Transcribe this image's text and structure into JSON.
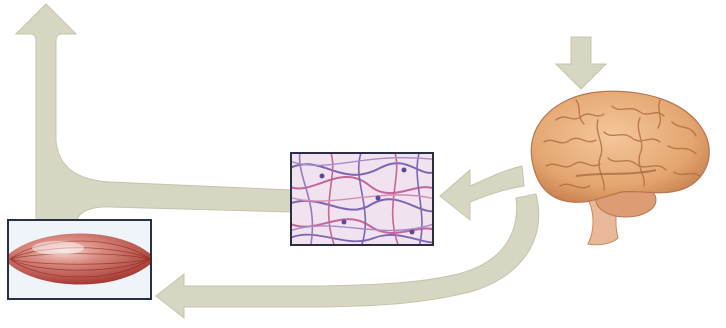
{
  "diagram": {
    "nodes": [
      {
        "id": "brain",
        "depicts": "brain"
      },
      {
        "id": "tissue",
        "depicts": "nerve-fibre-tissue"
      },
      {
        "id": "muscle",
        "depicts": "skeletal-muscle"
      }
    ],
    "flows": [
      {
        "from": "external",
        "to": "brain"
      },
      {
        "from": "brain",
        "to": "tissue"
      },
      {
        "from": "tissue",
        "to": "external"
      },
      {
        "from": "brain",
        "to": "muscle"
      },
      {
        "from": "muscle",
        "to": "external"
      }
    ]
  },
  "colors": {
    "background": "#ffffff",
    "arrow_fill": "#d6d6c2",
    "arrow_edge": "#c4c4ae",
    "frame": "#2a2f45",
    "brain_base": "#e8b07e",
    "brain_shadow": "#c8824f",
    "brainstem": "#e9b898",
    "tissue_background": "#f1e2ef",
    "tissue_fibre_purple": "#7b66b4",
    "tissue_fibre_pink": "#c2679c",
    "muscle_background": "#eef4f7",
    "muscle_light": "#d98b80",
    "muscle_dark": "#9f2f28"
  }
}
